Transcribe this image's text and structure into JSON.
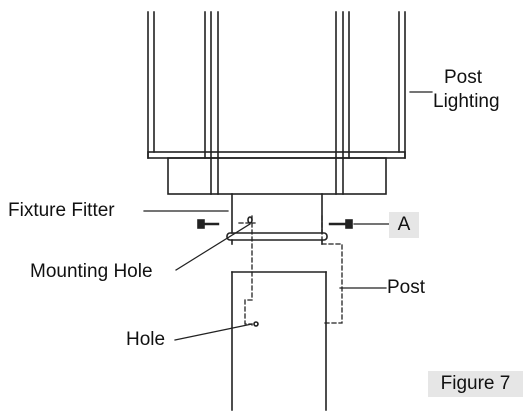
{
  "labels": {
    "post_lighting_1": "Post",
    "post_lighting_2": "Lighting",
    "fixture_fitter": "Fixture Fitter",
    "part_a": "A",
    "mounting_hole": "Mounting Hole",
    "post": "Post",
    "hole": "Hole",
    "figure": "Figure 7"
  },
  "colors": {
    "line": "#222222",
    "label_box_bg": "#e6e6e6",
    "text": "#111111"
  }
}
